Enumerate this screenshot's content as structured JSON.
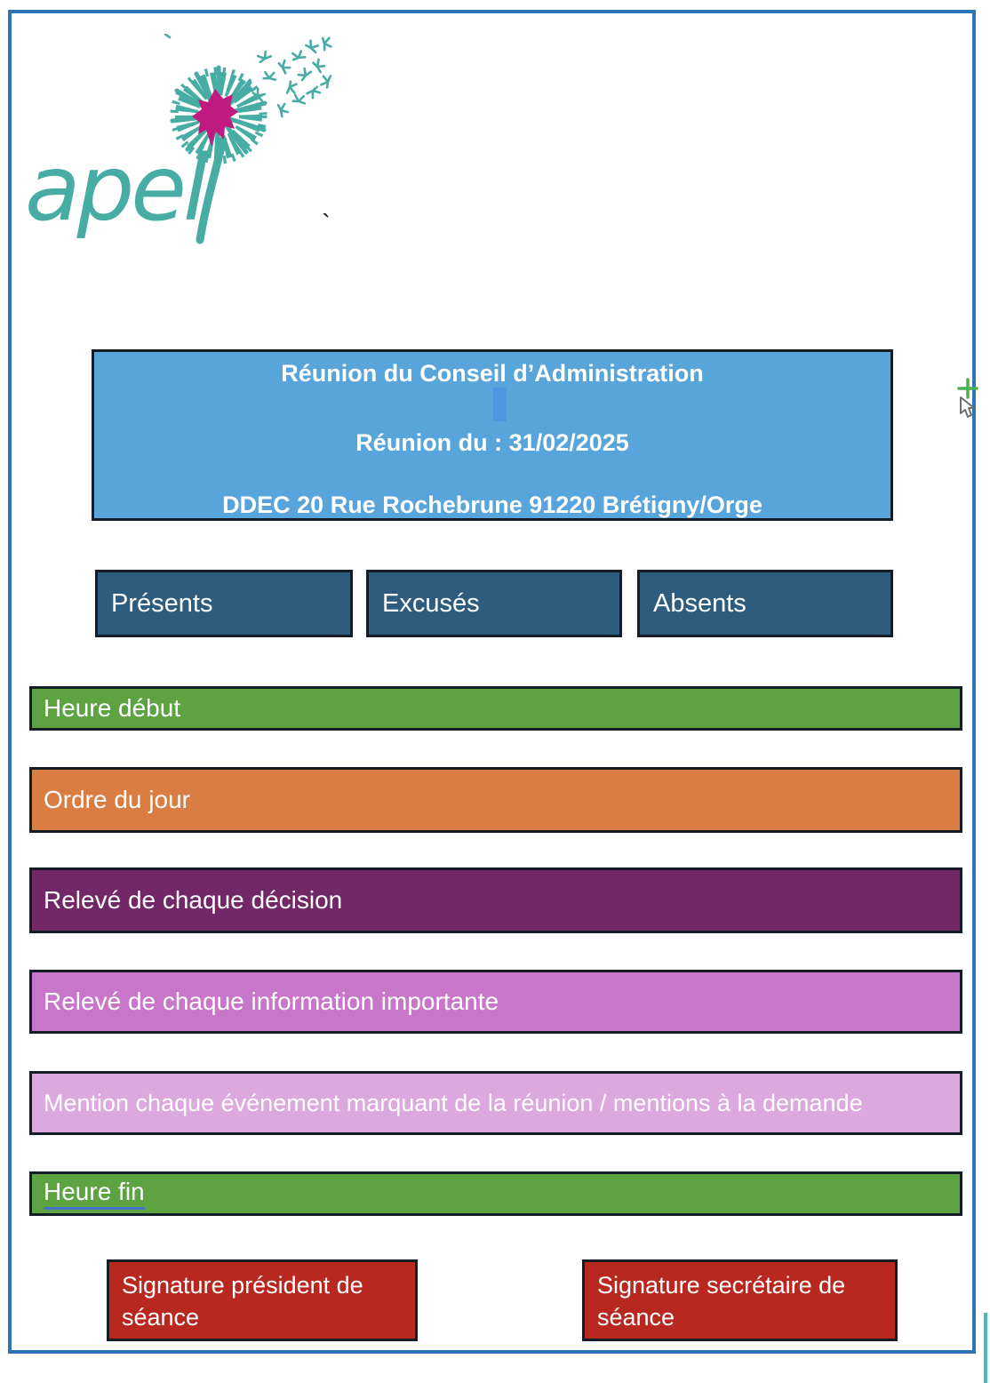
{
  "colors": {
    "page_border": "#2E75B6",
    "box_border": "#141C26",
    "cursor_blue": "#4E96E0",
    "underline_blue": "#4472C4",
    "logo_teal": "#47ADA4",
    "logo_magenta": "#C0197F",
    "plus_green": "#4CAF50",
    "pointer_gray": "#6E6E6E",
    "edge_teal": "#4CB9AE"
  },
  "logo": {
    "wordmark": "apel",
    "stray_mark": "`"
  },
  "header_box": {
    "bg": "#58A5DB",
    "line1": "Réunion du Conseil d’Administration",
    "line2": "Réunion du : 31/02/2025",
    "line3": "DDEC 20 Rue Rochebrune 91220 Brétigny/Orge"
  },
  "attendance": {
    "bg": "#2E5C7E",
    "boxes": [
      {
        "label": "Présents"
      },
      {
        "label": "Excusés"
      },
      {
        "label": "Absents"
      }
    ]
  },
  "sections": [
    {
      "label": "Heure début",
      "bg": "#5EA342"
    },
    {
      "label": "Ordre du jour",
      "bg": "#D97D43"
    },
    {
      "label": "Relevé de chaque décision",
      "bg": "#722766"
    },
    {
      "label": "Relevé de chaque information importante",
      "bg": "#C776CA"
    },
    {
      "label": "Mention chaque événement marquant de la réunion / mentions à la demande",
      "bg": "#DCA9DF"
    },
    {
      "label": "Heure fin",
      "bg": "#5EA342"
    }
  ],
  "signatures": {
    "bg": "#B8281E",
    "boxes": [
      {
        "label": "Signature président de séance"
      },
      {
        "label": "Signature secrétaire de séance"
      }
    ]
  }
}
